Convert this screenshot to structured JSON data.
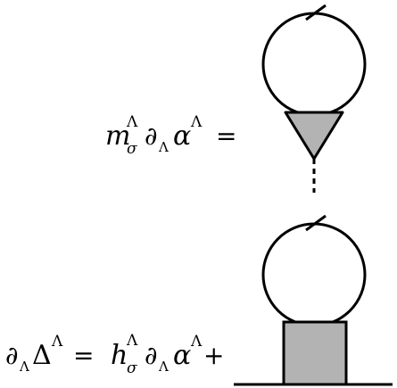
{
  "equation_1": {
    "label": "m",
    "label_superscript": "Λ",
    "label_subscript": "σ",
    "partial": "∂",
    "partial_subscript": "Λ",
    "alpha": "α",
    "alpha_superscript": "Λ",
    "equals": "="
  },
  "equation_2": {
    "partial": "∂",
    "partial_subscript": "Λ",
    "delta": "Δ",
    "delta_superscript": "Λ",
    "equals": "=",
    "label": "h",
    "label_superscript": "Λ",
    "label_subscript": "σ",
    "partial2": "∂",
    "partial2_subscript": "Λ",
    "alpha": "α",
    "alpha_superscript": "Λ",
    "plus": "+"
  },
  "colors": {
    "stroke": "#000000",
    "vertex_fill": "#b3b3b3",
    "background": "#ffffff"
  }
}
